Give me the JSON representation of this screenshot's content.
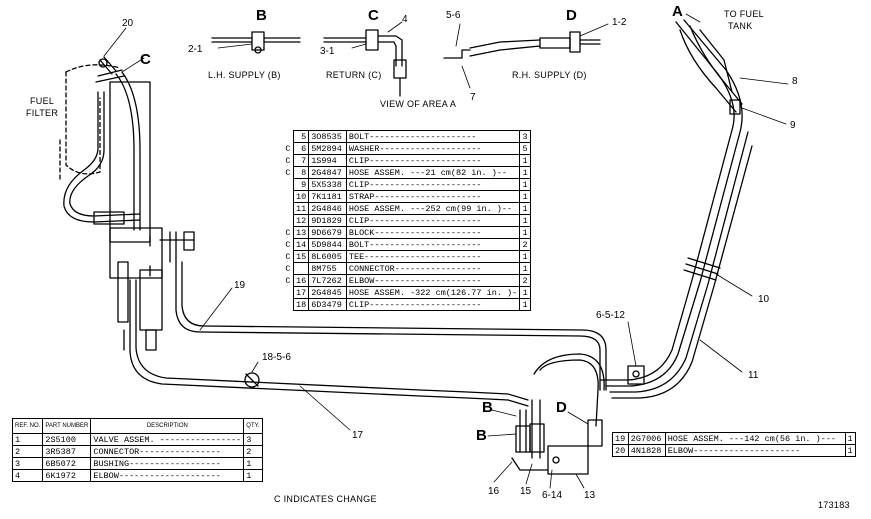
{
  "labels": {
    "letter_b_top": "B",
    "letter_c_top": "C",
    "letter_d_top": "D",
    "letter_a": "A",
    "letter_c_left": "C",
    "letter_b1": "B",
    "letter_b2": "B",
    "letter_d_bottom": "D",
    "to_fuel_tank_1": "TO FUEL",
    "to_fuel_tank_2": "TANK",
    "fuel_filter_1": "FUEL",
    "fuel_filter_2": "FILTER",
    "lh_supply": "L.H. SUPPLY (B)",
    "return": "RETURN (C)",
    "rh_supply": "R.H. SUPPLY (D)",
    "view_of_area": "VIEW OF AREA A",
    "c_indicates_change": "C INDICATES CHANGE",
    "drawing_number": "173183"
  },
  "callouts": {
    "c20": "20",
    "c4": "4",
    "c56": "5-6",
    "c12": "1-2",
    "c21": "2-1",
    "c31": "3-1",
    "c7": "7",
    "c8": "8",
    "c9": "9",
    "c10": "10",
    "c11": "11",
    "c6512": "6-5-12",
    "c1856": "18-5-6",
    "c19": "19",
    "c17": "17",
    "c16": "16",
    "c15": "15",
    "c614": "6-14",
    "c13": "13"
  },
  "parts_main": [
    {
      "change": "",
      "ref": "5",
      "part": "3O8535",
      "desc": "BOLT---------------------",
      "qty": "3"
    },
    {
      "change": "C",
      "ref": "6",
      "part": "5M2894",
      "desc": "WASHER--------------------",
      "qty": "5"
    },
    {
      "change": "C",
      "ref": "7",
      "part": "1S994",
      "desc": "CLIP----------------------",
      "qty": "1"
    },
    {
      "change": "C",
      "ref": "8",
      "part": "2G4847",
      "desc": "HOSE ASSEM. ---21 cm(82 in. )--",
      "qty": "1"
    },
    {
      "change": "",
      "ref": "9",
      "part": "5X5338",
      "desc": "CLIP----------------------",
      "qty": "1"
    },
    {
      "change": "",
      "ref": "10",
      "part": "7K1181",
      "desc": "STRAP---------------------",
      "qty": "1"
    },
    {
      "change": "",
      "ref": "11",
      "part": "2G4846",
      "desc": "HOSE ASSEM. ---252 cm(99 in. )--",
      "qty": "1"
    },
    {
      "change": "",
      "ref": "12",
      "part": "9D1829",
      "desc": "CLIP----------------------",
      "qty": "1"
    },
    {
      "change": "C",
      "ref": "13",
      "part": "9D6679",
      "desc": "BLOCK---------------------",
      "qty": "1"
    },
    {
      "change": "C",
      "ref": "14",
      "part": "5D9844",
      "desc": "BOLT----------------------",
      "qty": "2"
    },
    {
      "change": "C",
      "ref": "15",
      "part": "8L6005",
      "desc": "TEE-----------------------",
      "qty": "1"
    },
    {
      "change": "C",
      "ref": "",
      "part": "8M755",
      "desc": "CONNECTOR-----------------",
      "qty": "1"
    },
    {
      "change": "C",
      "ref": "16",
      "part": "7L7262",
      "desc": "ELBOW---------------------",
      "qty": "2"
    },
    {
      "change": "",
      "ref": "17",
      "part": "2G4845",
      "desc": "HOSE ASSEM. -322 cm(126.77 in. )-",
      "qty": "1"
    },
    {
      "change": "",
      "ref": "18",
      "part": "6D3479",
      "desc": "CLIP----------------------",
      "qty": "1"
    }
  ],
  "parts_bl_header": {
    "ref": "REF. NO.",
    "part": "PART NUMBER",
    "desc": "DESCRIPTION",
    "qty": "QTY."
  },
  "parts_bl": [
    {
      "ref": "1",
      "part": "2S5100",
      "desc": "VALVE ASSEM. ----------------",
      "qty": "3"
    },
    {
      "ref": "2",
      "part": "3R5387",
      "desc": "CONNECTOR----------------",
      "qty": "2"
    },
    {
      "ref": "3",
      "part": "6B5072",
      "desc": "BUSHING------------------",
      "qty": "1"
    },
    {
      "ref": "4",
      "part": "6K1972",
      "desc": "ELBOW--------------------",
      "qty": "1"
    }
  ],
  "parts_br": [
    {
      "ref": "19",
      "part": "2G7006",
      "desc": "HOSE ASSEM. ---142 cm(56 in. )---",
      "qty": "1"
    },
    {
      "ref": "20",
      "part": "4N1828",
      "desc": "ELBOW---------------------",
      "qty": "1"
    }
  ]
}
